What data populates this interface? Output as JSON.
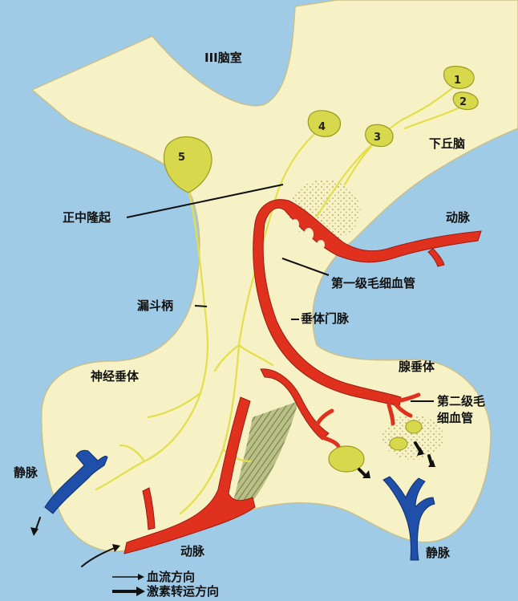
{
  "labels": {
    "third_ventricle": "III脑室",
    "hypothalamus": "下丘脑",
    "median_eminence": "正中隆起",
    "infundibular_stalk": "漏斗柄",
    "artery_top": "动脉",
    "primary_capillary": "第一级毛细血管",
    "portal_vein": "垂体门脉",
    "neurohypophysis": "神经垂体",
    "adenohypophysis": "腺垂体",
    "secondary_capillary_line1": "第二级毛",
    "secondary_capillary_line2": "细血管",
    "vein_left": "静脉",
    "vein_right": "静脉",
    "artery_bottom": "动脉"
  },
  "neurons": [
    "1",
    "2",
    "3",
    "4",
    "5"
  ],
  "legend": {
    "blood_flow": "血流方向",
    "hormone_transport": "激素转运方向"
  },
  "colors": {
    "background": "#9fcbe6",
    "tissue": "#f6f2c6",
    "neuron": "#d7d84c",
    "nerve_fiber": "#e3df4a",
    "artery": "#e0311f",
    "vein": "#1f4fa8",
    "stalk_hatch": "#8c9a5a"
  }
}
